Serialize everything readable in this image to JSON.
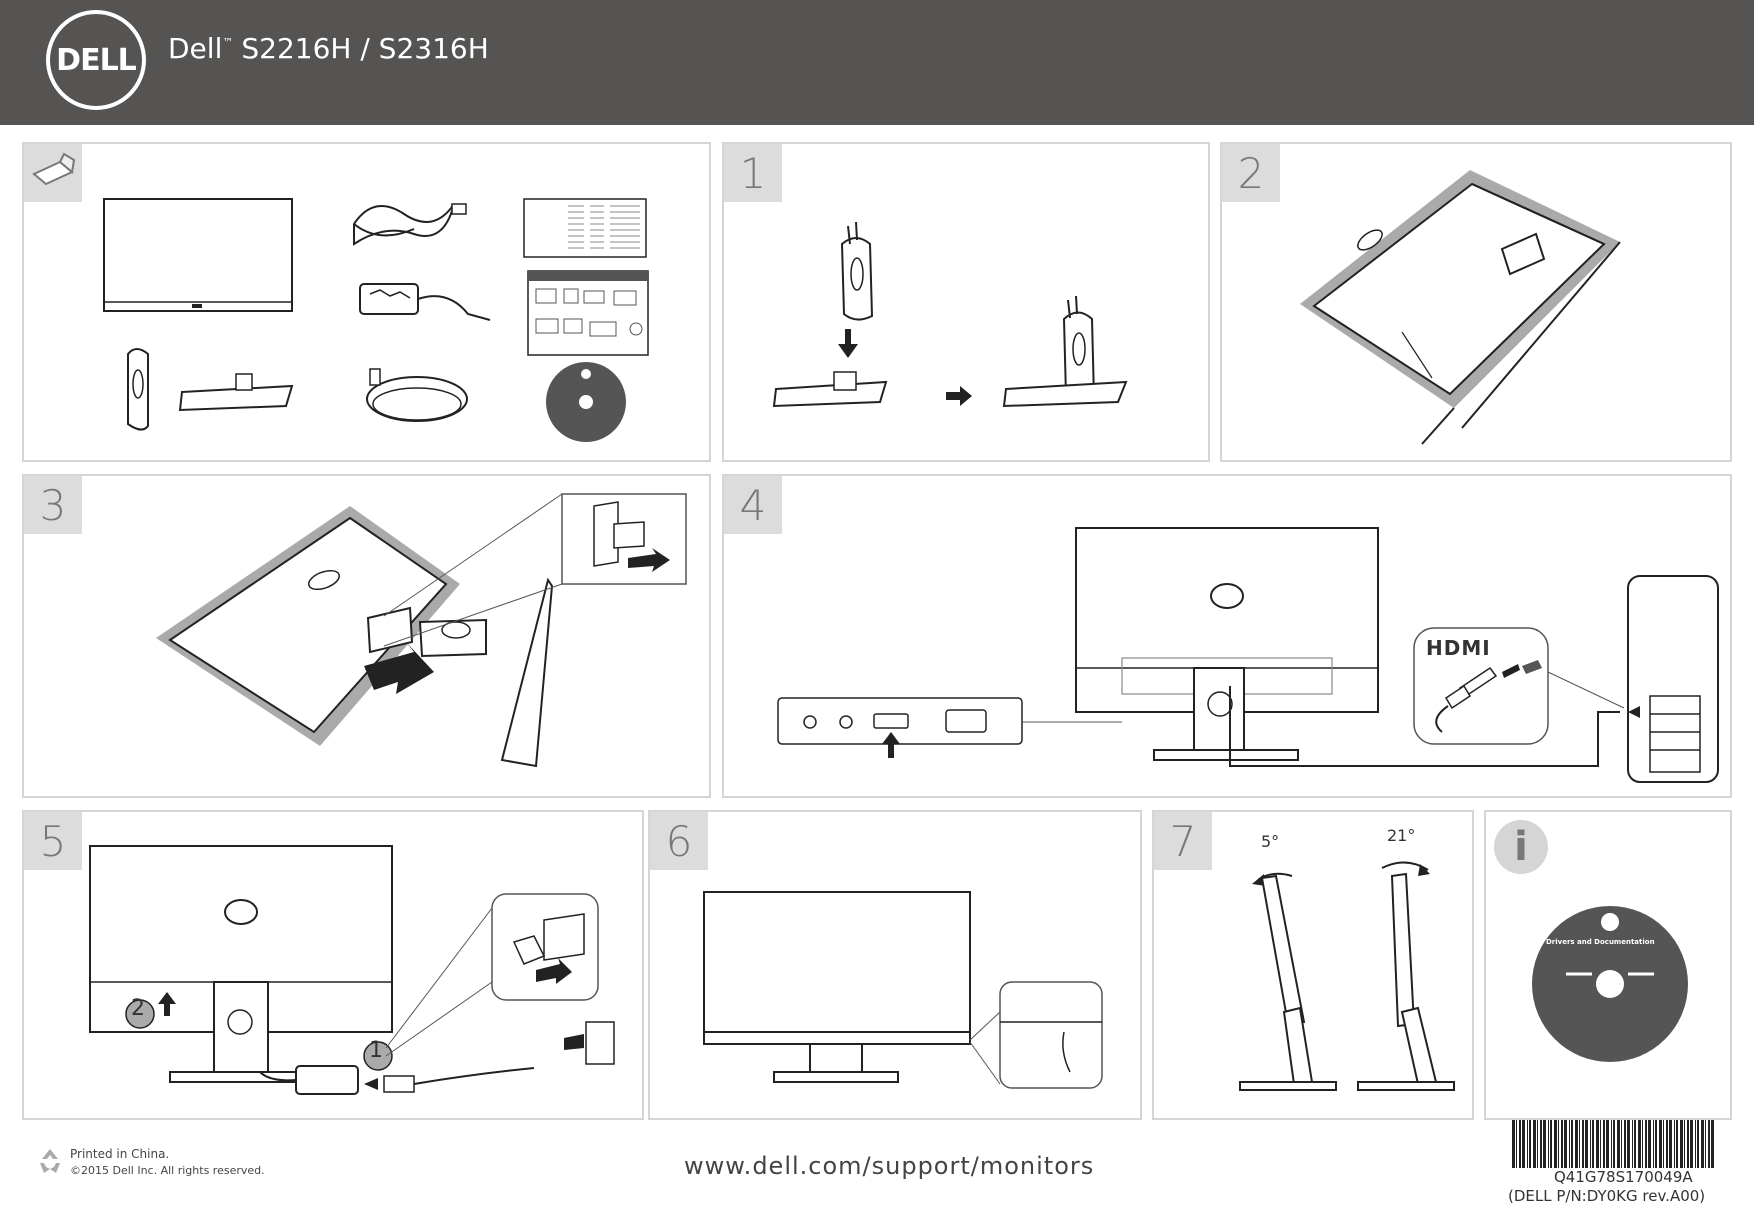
{
  "header": {
    "logo_text": "DELL",
    "brand": "Dell",
    "trademark": "™",
    "model": "S2216H / S2316H"
  },
  "steps": {
    "step1": "1",
    "step2": "2",
    "step3": "3",
    "step4": "4",
    "step5": "5",
    "step6": "6",
    "step7": "7",
    "info": "i"
  },
  "step4": {
    "connector_label": "HDMI"
  },
  "step5": {
    "callout1": "1",
    "callout2": "2"
  },
  "step7": {
    "tilt_forward": "5°",
    "tilt_back": "21°"
  },
  "footer": {
    "printed": "Printed in China.",
    "copyright": "©2015 Dell Inc. All rights reserved.",
    "url": "www.dell.com/support/monitors",
    "barcode_code": "Q41G78S170049A",
    "part_number": "(DELL P/N:DY0KG rev.A00)"
  },
  "cd": {
    "title": "Drivers and Documentation"
  },
  "colors": {
    "header_bg": "#555453",
    "panel_border": "#d5d5d5",
    "number_bg": "#dcdcdc"
  }
}
